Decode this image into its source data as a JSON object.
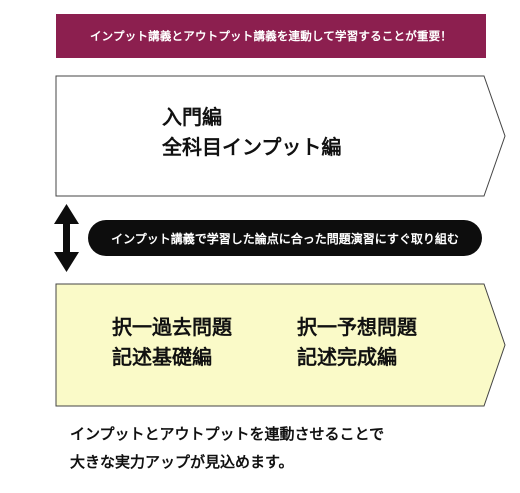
{
  "banner": {
    "text": "インプット講義とアウトプット講義を連動して学習することが重要！",
    "color": "#8c1f4f"
  },
  "box_input": {
    "line1": "入門編",
    "line2": "全科目インプット編",
    "fill": "#ffffff"
  },
  "connector": {
    "text": "インプット講義で学習した論点に合った問題演習にすぐ取り組む",
    "icon": "double-arrow-vertical"
  },
  "box_output": {
    "left_line1": "択一過去問題",
    "left_line2": "記述基礎編",
    "right_line1": "択一予想問題",
    "right_line2": "記述完成編",
    "fill": "#fafac8"
  },
  "caption": {
    "line1": "インプットとアウトプットを連動させることで",
    "line2": "大きな実力アップが見込めます。"
  }
}
